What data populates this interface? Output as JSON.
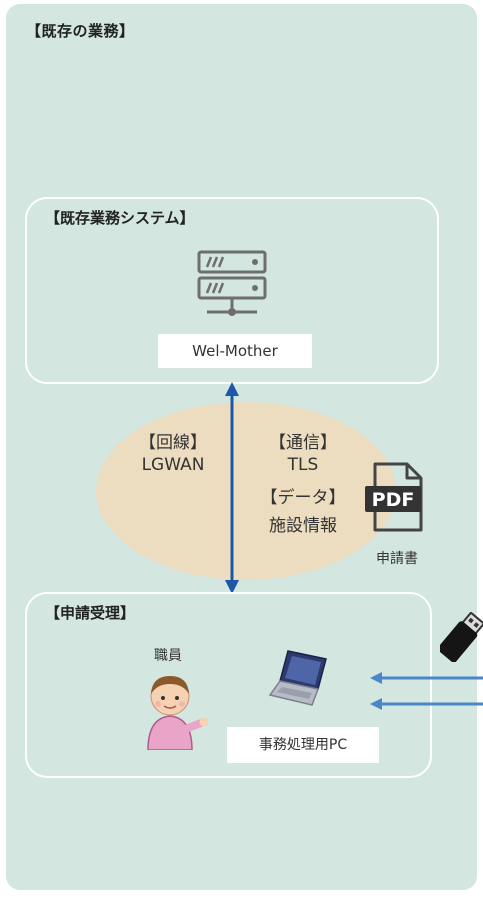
{
  "header": {
    "title": "【既存の業務】"
  },
  "system_box": {
    "title": "【既存業務システム】",
    "server_label": "Wel-Mother"
  },
  "connection": {
    "line_label": "【回線】",
    "line_value": "LGWAN",
    "comm_label": "【通信】",
    "comm_value": "TLS",
    "data_label": "【データ】",
    "data_value": "施設情報"
  },
  "document": {
    "icon_text": "PDF",
    "caption": "申請書"
  },
  "reception_box": {
    "title": "【申請受理】",
    "staff_label": "職員",
    "pc_label": "事務処理用PC"
  },
  "colors": {
    "background": "#d3e6e0",
    "connection_arrow": "#1f57a8",
    "connection_area": "#ecdcc0",
    "input_arrows": "#4a86c8"
  },
  "icons": [
    "server-icon",
    "pdf-icon",
    "person-icon",
    "laptop-icon",
    "usb-drive-icon"
  ]
}
